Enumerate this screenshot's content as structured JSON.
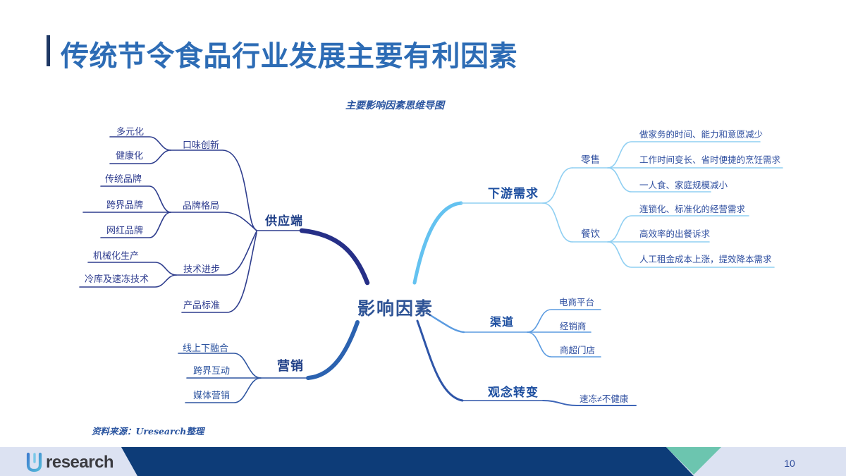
{
  "slide": {
    "title": "传统节令食品行业发展主要有利因素",
    "source_note": "资料来源：Uresearch整理",
    "logo_text": "research",
    "page_number": "10"
  },
  "colors": {
    "title_blue": "#2D6CB5",
    "accent_navy": "#1F3864",
    "bar_navy": "#0D3C78",
    "bar_teal": "#6CC5AF",
    "bar_lavender": "#DCE2F2",
    "branch_supply": "#2E3D8D",
    "branch_marketing": "#2B62B0",
    "branch_demand": "#64C2F0",
    "branch_channel": "#5B9BE0",
    "branch_concept": "#2E55A8"
  },
  "mm": {
    "title": "主要影响因素思维导图",
    "root": "影响因素",
    "supply": {
      "label": "供应端",
      "taste": {
        "label": "口味创新",
        "leaves": [
          "多元化",
          "健康化"
        ]
      },
      "brand": {
        "label": "品牌格局",
        "leaves": [
          "传统品牌",
          "跨界品牌",
          "网红品牌"
        ]
      },
      "tech": {
        "label": "技术进步",
        "leaves": [
          "机械化生产",
          "冷库及速冻技术"
        ]
      },
      "standard": {
        "label": "产品标准"
      }
    },
    "marketing": {
      "label": "营销",
      "leaves": [
        "线上下融合",
        "跨界互动",
        "媒体营销"
      ]
    },
    "demand": {
      "label": "下游需求",
      "retail": {
        "label": "零售",
        "leaves": [
          "做家务的时间、能力和意愿减少",
          "工作时间变长、省时便捷的烹饪需求",
          "一人食、家庭规模减小"
        ]
      },
      "catering": {
        "label": "餐饮",
        "leaves": [
          "连锁化、标准化的经营需求",
          "高效率的出餐诉求",
          "人工租金成本上涨，提效降本需求"
        ]
      }
    },
    "channel": {
      "label": "渠道",
      "leaves": [
        "电商平台",
        "经销商",
        "商超门店"
      ]
    },
    "concept": {
      "label": "观念转变",
      "leaves": [
        "速冻≠不健康"
      ]
    }
  }
}
